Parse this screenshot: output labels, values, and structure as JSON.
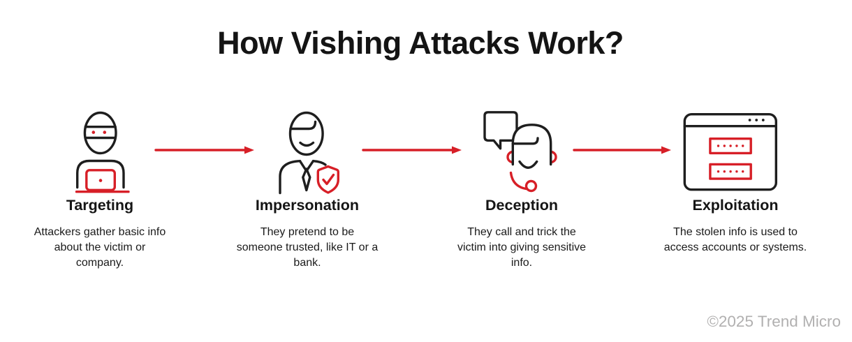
{
  "title": "How Vishing Attacks Work?",
  "steps": [
    {
      "title": "Targeting",
      "description": "Attackers gather basic info\nabout the victim or\ncompany.",
      "icon": "masked-attacker-at-laptop-icon"
    },
    {
      "title": "Impersonation",
      "description": "They pretend to be\nsomeone trusted, like IT or a\nbank.",
      "icon": "trusted-person-with-shield-check-icon"
    },
    {
      "title": "Deception",
      "description": "They call and trick the\nvictim into giving sensitive\ninfo.",
      "icon": "caller-headset-speech-bubble-icon"
    },
    {
      "title": "Exploitation",
      "description": "The stolen info is used to\naccess accounts or systems.",
      "icon": "browser-password-fields-icon"
    }
  ],
  "footer": {
    "copyright": "©2025 Trend Micro"
  },
  "colors": {
    "accent_red": "#d71f27",
    "line_black": "#1e1e1e",
    "text_black": "#1a1a1a",
    "footer_gray": "#b1b0b0"
  }
}
